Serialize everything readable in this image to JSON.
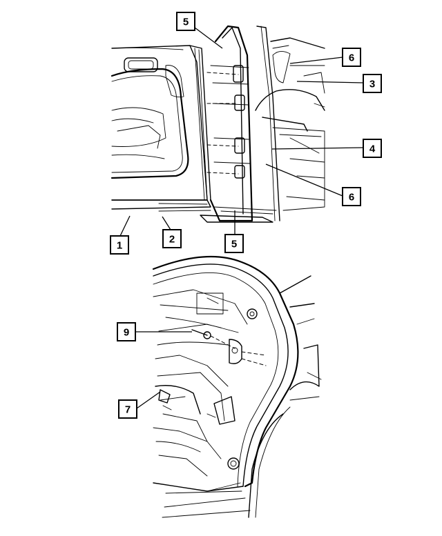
{
  "callouts": [
    {
      "label": "1"
    },
    {
      "label": "2"
    },
    {
      "label": "3"
    },
    {
      "label": "4"
    },
    {
      "label": "5"
    },
    {
      "label": "5"
    },
    {
      "label": "6"
    },
    {
      "label": "6"
    },
    {
      "label": "7"
    },
    {
      "label": "9"
    }
  ],
  "colors": {
    "line": "#000000",
    "background": "#ffffff"
  }
}
